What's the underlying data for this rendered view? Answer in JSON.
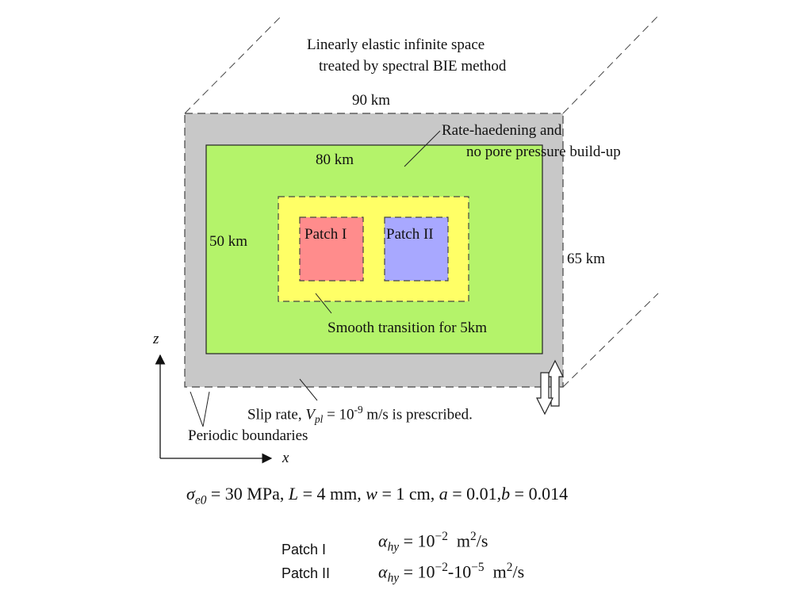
{
  "diagram": {
    "title_line1": "Linearly elastic infinite space",
    "title_line2": "treated by spectral BIE method",
    "outer_width": "90 km",
    "outer_height": "65 km",
    "inner_width": "80 km",
    "inner_height": "50 km",
    "rate_label_line1": "Rate-haedening and",
    "rate_label_line2": "no pore pressure build-up",
    "patch1": "Patch I",
    "patch2": "Patch II",
    "transition_label": "Smooth transition for 5km",
    "slip_rate": {
      "prefix": "Slip rate, ",
      "symbol": "V",
      "sub": "pl",
      "eq": " = 10",
      "exp": "-9",
      "suffix": " m/s is prescribed."
    },
    "periodic_label": "Periodic boundaries",
    "axis_z": "z",
    "axis_x": "x",
    "colors": {
      "outer": "#c8c8c8",
      "inner": "#b4f36a",
      "transition": "#ffff66",
      "patch1": "#ff8c8c",
      "patch2": "#a8a8ff"
    }
  },
  "parameters": {
    "sigma_sym": "σ",
    "sigma_sub": "e0",
    "sigma_val": " = 30 MPa, ",
    "L_sym": "L",
    "L_val": " = 4 mm, ",
    "w_sym": "w",
    "w_val": " = 1 cm, ",
    "a_sym": "a",
    "a_val": " = 0.01,",
    "b_sym": "b",
    "b_val": " = 0.014"
  },
  "patch_params": [
    {
      "label": "Patch I",
      "sym": "α",
      "sub": "hy",
      "eq": " = 10",
      "exp1": "−2",
      "mid": "",
      "exp2": "",
      "unit_pre": "  m",
      "unit_exp": "2",
      "unit_post": "/s"
    },
    {
      "label": "Patch II",
      "sym": "α",
      "sub": "hy",
      "eq": " = 10",
      "exp1": "−2",
      "mid": "-10",
      "exp2": "−5",
      "unit_pre": "  m",
      "unit_exp": "2",
      "unit_post": "/s"
    }
  ]
}
